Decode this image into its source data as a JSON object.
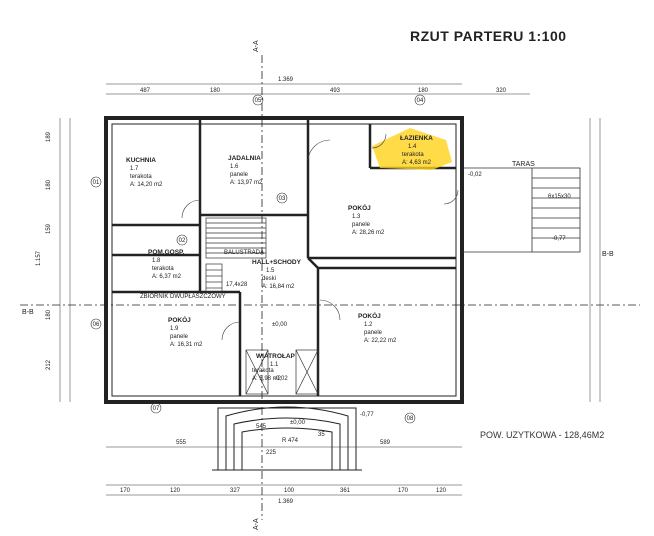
{
  "title": "RZUT PARTERU  1:100",
  "area_total": "POW. UZYTKOWA - 128,46M2",
  "section_labels": {
    "aa_top": "A-A",
    "aa_bottom": "A-A",
    "bb_left": "B-B",
    "bb_right": "B-B"
  },
  "terrace": "TARAS",
  "stairs_ext": "6x15x30",
  "stairs_int": "17,4x28",
  "dims_top": [
    "487",
    "180",
    "493",
    "180",
    "320"
  ],
  "dims_top_total": "1.369",
  "dims_bottom": [
    "170",
    "120",
    "327",
    "100",
    "361",
    "170",
    "120"
  ],
  "dims_bottom_total": "1.369",
  "dims_bottom_row2": [
    "555",
    "589"
  ],
  "dims_bottom_mid": [
    "545",
    "225",
    "R 474",
    "35"
  ],
  "dims_left": [
    "189",
    "180",
    "159",
    "1.157",
    "180",
    "212"
  ],
  "levels": [
    "-0,02",
    "-0,77",
    "±0,00",
    "-0,02",
    "-0,77",
    "±0,00"
  ],
  "rooms": [
    {
      "id": "1.7",
      "name": "KUCHNIA",
      "floor": "terakota",
      "area": "A: 14,20 m2"
    },
    {
      "id": "1.6",
      "name": "JADALNIA",
      "floor": "panele",
      "area": "A: 13,97 m2"
    },
    {
      "id": "1.3",
      "name": "POKÓJ",
      "floor": "panele",
      "area": "A: 28,26 m2"
    },
    {
      "id": "1.4",
      "name": "ŁAZIENKA",
      "floor": "terakota",
      "area": "A: 4,63 m2"
    },
    {
      "id": "1.8",
      "name": "POM.GOSP.",
      "floor": "terakota",
      "area": "A: 6,37 m2"
    },
    {
      "id": "1.5",
      "name": "HALL+SCHODY",
      "floor": "deski",
      "area": "A: 16,84 m2"
    },
    {
      "id": "1.9",
      "name": "POKÓJ",
      "floor": "panele",
      "area": "A: 16,31 m2"
    },
    {
      "id": "1.2",
      "name": "POKÓJ",
      "floor": "panele",
      "area": "A: 22,22 m2"
    },
    {
      "id": "1.1",
      "name": "WIATROŁAP",
      "floor": "terakota",
      "area": "A: 5,98 m2"
    }
  ],
  "balustrade": "BALUSTRADA",
  "boiler": "ZBIORNIK DWUPŁASZCZOWY",
  "column_markers": [
    "05",
    "04",
    "03",
    "02",
    "01",
    "06",
    "07",
    "08"
  ]
}
